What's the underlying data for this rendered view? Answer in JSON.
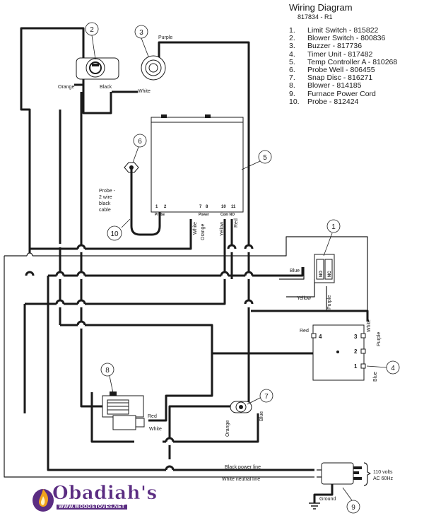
{
  "header": {
    "title": "Wiring Diagram",
    "revision": "817834 - R1"
  },
  "legend": [
    {
      "num": "1.",
      "text": "Limit Switch - 815822"
    },
    {
      "num": "2.",
      "text": "Blower Switch - 800836"
    },
    {
      "num": "3.",
      "text": "Buzzer - 817736"
    },
    {
      "num": "4.",
      "text": "Timer Unit - 817482"
    },
    {
      "num": "5.",
      "text": "Temp Controller A - 810268"
    },
    {
      "num": "6.",
      "text": "Probe Well - 806455"
    },
    {
      "num": "7.",
      "text": "Snap Disc - 816271"
    },
    {
      "num": "8.",
      "text": "Blower - 814185"
    },
    {
      "num": "9.",
      "text": "Furnace Power Cord"
    },
    {
      "num": "10.",
      "text": "Probe - 812424"
    }
  ],
  "callouts": [
    "1",
    "2",
    "3",
    "4",
    "5",
    "6",
    "7",
    "8",
    "9",
    "10"
  ],
  "wire_labels": {
    "orange": "Orange",
    "black": "Black",
    "white": "White",
    "purple": "Purple",
    "yellow": "Yellow",
    "red": "Red",
    "blue": "Blue",
    "black_power": "Black power line",
    "white_neutral": "White neutral line",
    "ground": "Ground"
  },
  "controller": {
    "t1": "1",
    "t2": "2",
    "t7": "7",
    "t8": "8",
    "t10": "10",
    "t11": "11",
    "probe": "Probe",
    "power": "Power",
    "comno": "Com NO"
  },
  "timer": {
    "t4": "4",
    "t3": "3",
    "t2": "2",
    "t1": "1"
  },
  "limit_switch": {
    "no": "NO",
    "nc": "NC"
  },
  "probe_note": [
    "Probe -",
    "2 wire",
    "black",
    "cable"
  ],
  "power_note": [
    "110 volts",
    "AC 60Hz"
  ],
  "logo": {
    "name": "Obadiah's",
    "url": "WWW.WOODSTOVES.NET",
    "colors": {
      "primary": "#5b2d82",
      "flame": "#f2a31b"
    }
  }
}
